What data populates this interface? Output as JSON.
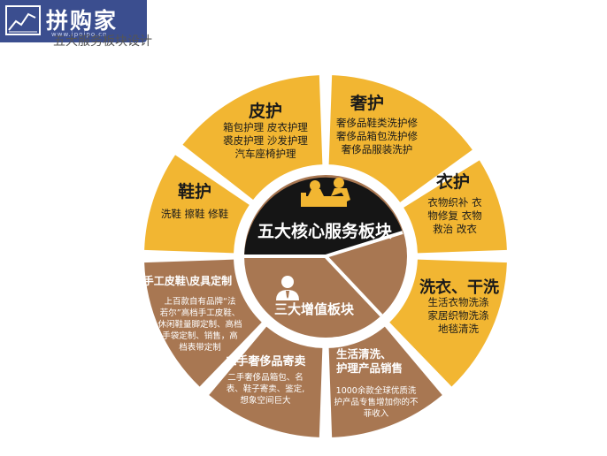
{
  "watermark": {
    "name": "拼购家",
    "url": "www.ipoipo.cn"
  },
  "subtitle": "五大服务板块设计",
  "core": {
    "title": "五大核心服务板块"
  },
  "value_added": {
    "title": "三大增值板块"
  },
  "sections": [
    {
      "id": "leather",
      "title": "皮护",
      "lines": [
        "箱包护理  皮衣护理",
        "裘皮护理  沙发护理",
        "汽车座椅护理"
      ]
    },
    {
      "id": "luxury",
      "title": "奢护",
      "lines": [
        "奢侈品鞋类洗护修",
        "奢侈品箱包洗护修",
        "奢侈品服装洗护"
      ]
    },
    {
      "id": "clothing",
      "title": "衣护",
      "lines": [
        "衣物织补  衣",
        "物修复  衣物",
        "救治  改衣"
      ]
    },
    {
      "id": "wash",
      "title": "洗衣、干洗",
      "lines": [
        "生活衣物洗涤",
        "家居织物洗涤",
        "地毯清洗"
      ]
    },
    {
      "id": "shoe",
      "title": "鞋护",
      "lines": [
        "洗鞋  擦鞋  修鞋"
      ]
    },
    {
      "id": "custom",
      "title": "手工皮鞋\\皮具定制",
      "lines": [
        "上百款自有品牌“法",
        "若尔”高档手工皮鞋、",
        "休闲鞋量脚定制、高档",
        "手袋定制、销售，高",
        "档表带定制"
      ]
    },
    {
      "id": "secondhand",
      "title": "二手奢侈品寄卖",
      "lines": [
        "二手奢侈品箱包、名",
        "表、鞋子寄卖、鉴定,",
        "想象空间巨大"
      ]
    },
    {
      "id": "retail",
      "title": "生活清洗、\n护理产品销售",
      "title_lines": [
        "生活清洗、",
        "护理产品销售"
      ],
      "lines": [
        "1000余款全球优质洗",
        "护产品专售增加你的不",
        "菲收入"
      ]
    }
  ],
  "colors": {
    "yellow": "#f2b632",
    "brown": "#a87752",
    "dark": "#151515",
    "text": "#1a1a1a"
  }
}
